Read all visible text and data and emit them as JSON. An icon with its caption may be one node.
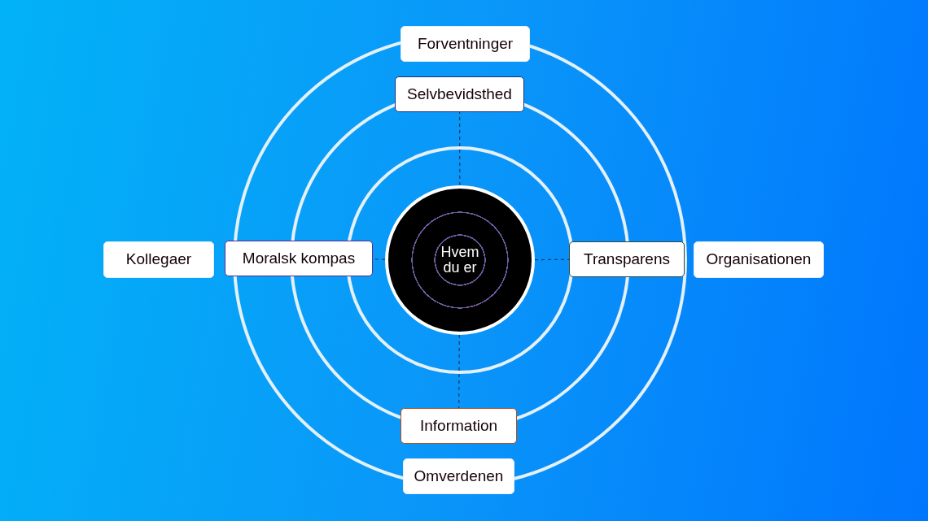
{
  "diagram": {
    "nodes": [
      {
        "text": [
          "Forventninger"
        ]
      },
      {
        "text": [
          "Selvbevidsthed"
        ]
      },
      {
        "text": [
          "Kollegaer"
        ]
      },
      {
        "text": [
          "Moralsk kompas"
        ]
      },
      {
        "text": [
          "Hvem du er"
        ]
      },
      {
        "text": [
          "Transparens"
        ]
      },
      {
        "text": [
          "Organisationen"
        ]
      },
      {
        "text": [
          "Information"
        ]
      },
      {
        "text": [
          "Omverdenen"
        ]
      }
    ],
    "edges": [
      {
        "from": 4,
        "to": 1,
        "arrow": "none",
        "style": "dashed"
      },
      {
        "from": 4,
        "to": 3,
        "arrow": "none",
        "style": "dashed"
      },
      {
        "from": 4,
        "to": 5,
        "arrow": "none",
        "style": "dashed"
      },
      {
        "from": 4,
        "to": 7,
        "arrow": "none",
        "style": "dashed"
      }
    ]
  }
}
